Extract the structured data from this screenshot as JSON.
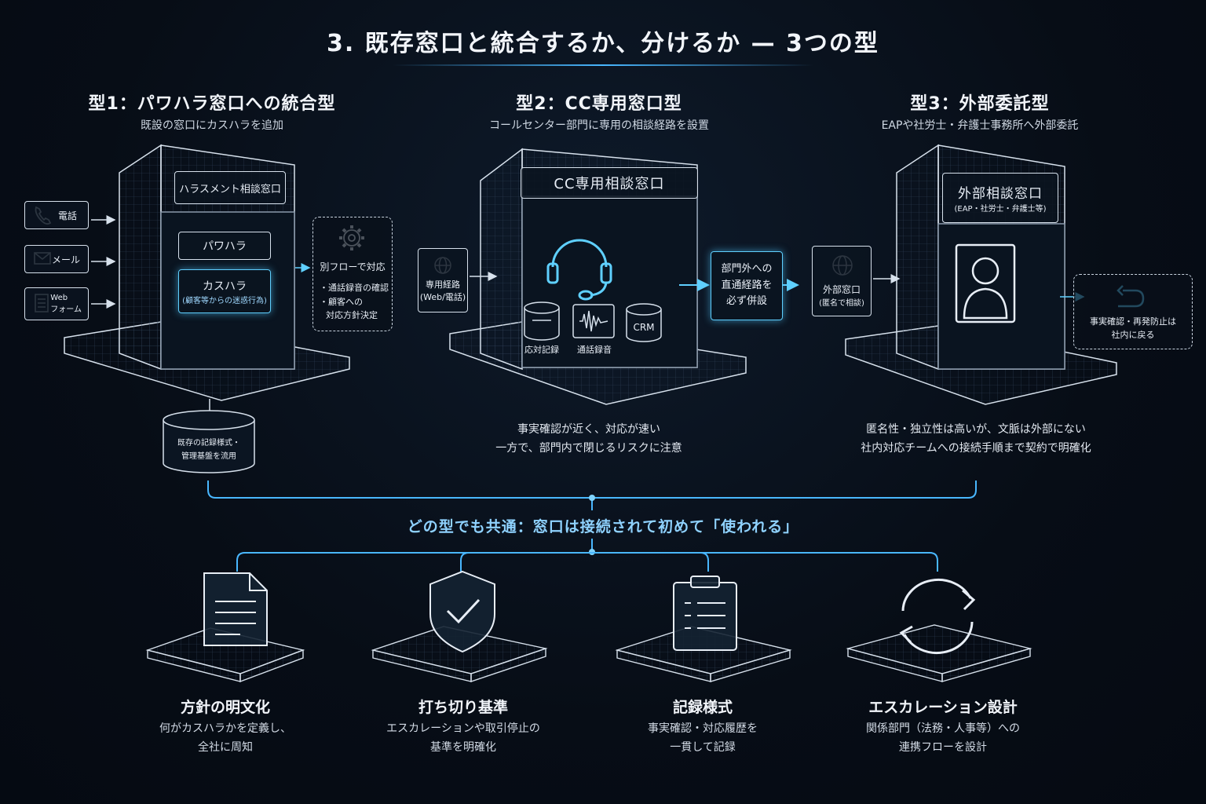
{
  "title": "3. 既存窓口と統合するか、分けるか — 3つの型",
  "types": [
    {
      "title": "型1：パワハラ窓口への統合型",
      "subtitle": "既設の窓口にカスハラを追加",
      "booth_sign": "ハラスメント相談窓口",
      "inputs": [
        {
          "icon": "phone-icon",
          "label": "電話"
        },
        {
          "icon": "mail-icon",
          "label": "メール"
        },
        {
          "icon": "form-icon",
          "label": "Web\nフォーム"
        }
      ],
      "inner_boxes": [
        "パワハラ",
        "カスハラ",
        "(顧客等からの迷惑行為)"
      ],
      "side_box": {
        "title": "別フローで対応",
        "items": [
          "・通話録音の確認",
          "・顧客への",
          "対応方針決定"
        ]
      },
      "bottom": [
        "既存の記録様式・",
        "管理基盤を流用"
      ]
    },
    {
      "title": "型2：CC専用窓口型",
      "subtitle": "コールセンター部門に専用の相談経路を設置",
      "booth_sign": "CC専用相談窓口",
      "input_box": [
        "専用経路",
        "(Web/電話)"
      ],
      "tools": [
        "応対記録",
        "通話録音",
        "CRM"
      ],
      "side_box": [
        "部門外への",
        "直通経路を",
        "必ず併設"
      ],
      "note": [
        "事実確認が近く、対応が速い",
        "一方で、部門内で閉じるリスクに注意"
      ]
    },
    {
      "title": "型3：外部委託型",
      "subtitle": "EAPや社労士・弁護士事務所へ外部委託",
      "booth_sign": "外部相談窓口",
      "booth_sign_sub": "(EAP・社労士・弁護士等)",
      "input_box": [
        "外部窓口",
        "(匿名で相談)"
      ],
      "side_box": [
        "事実確認・再発防止は",
        "社内に戻る"
      ],
      "note": [
        "匿名性・独立性は高いが、文脈は外部にない",
        "社内対応チームへの接続手順まで契約で明確化"
      ]
    }
  ],
  "common_heading": "どの型でも共通：窓口は接続されて初めて「使われる」",
  "pillars": [
    {
      "icon": "document-icon",
      "title": "方針の明文化",
      "desc": [
        "何がカスハラかを定義し、",
        "全社に周知"
      ]
    },
    {
      "icon": "shield-check-icon",
      "title": "打ち切り基準",
      "desc": [
        "エスカレーションや取引停止の",
        "基準を明確化"
      ]
    },
    {
      "icon": "clipboard-icon",
      "title": "記録様式",
      "desc": [
        "事実確認・対応履歴を",
        "一貫して記録"
      ]
    },
    {
      "icon": "cycle-icon",
      "title": "エスカレーション設計",
      "desc": [
        "関係部門（法務・人事等）への",
        "連携フローを設計"
      ]
    }
  ],
  "colors": {
    "background": "#070d16",
    "accent": "#49b7ff",
    "line": "#d7e1ec"
  }
}
